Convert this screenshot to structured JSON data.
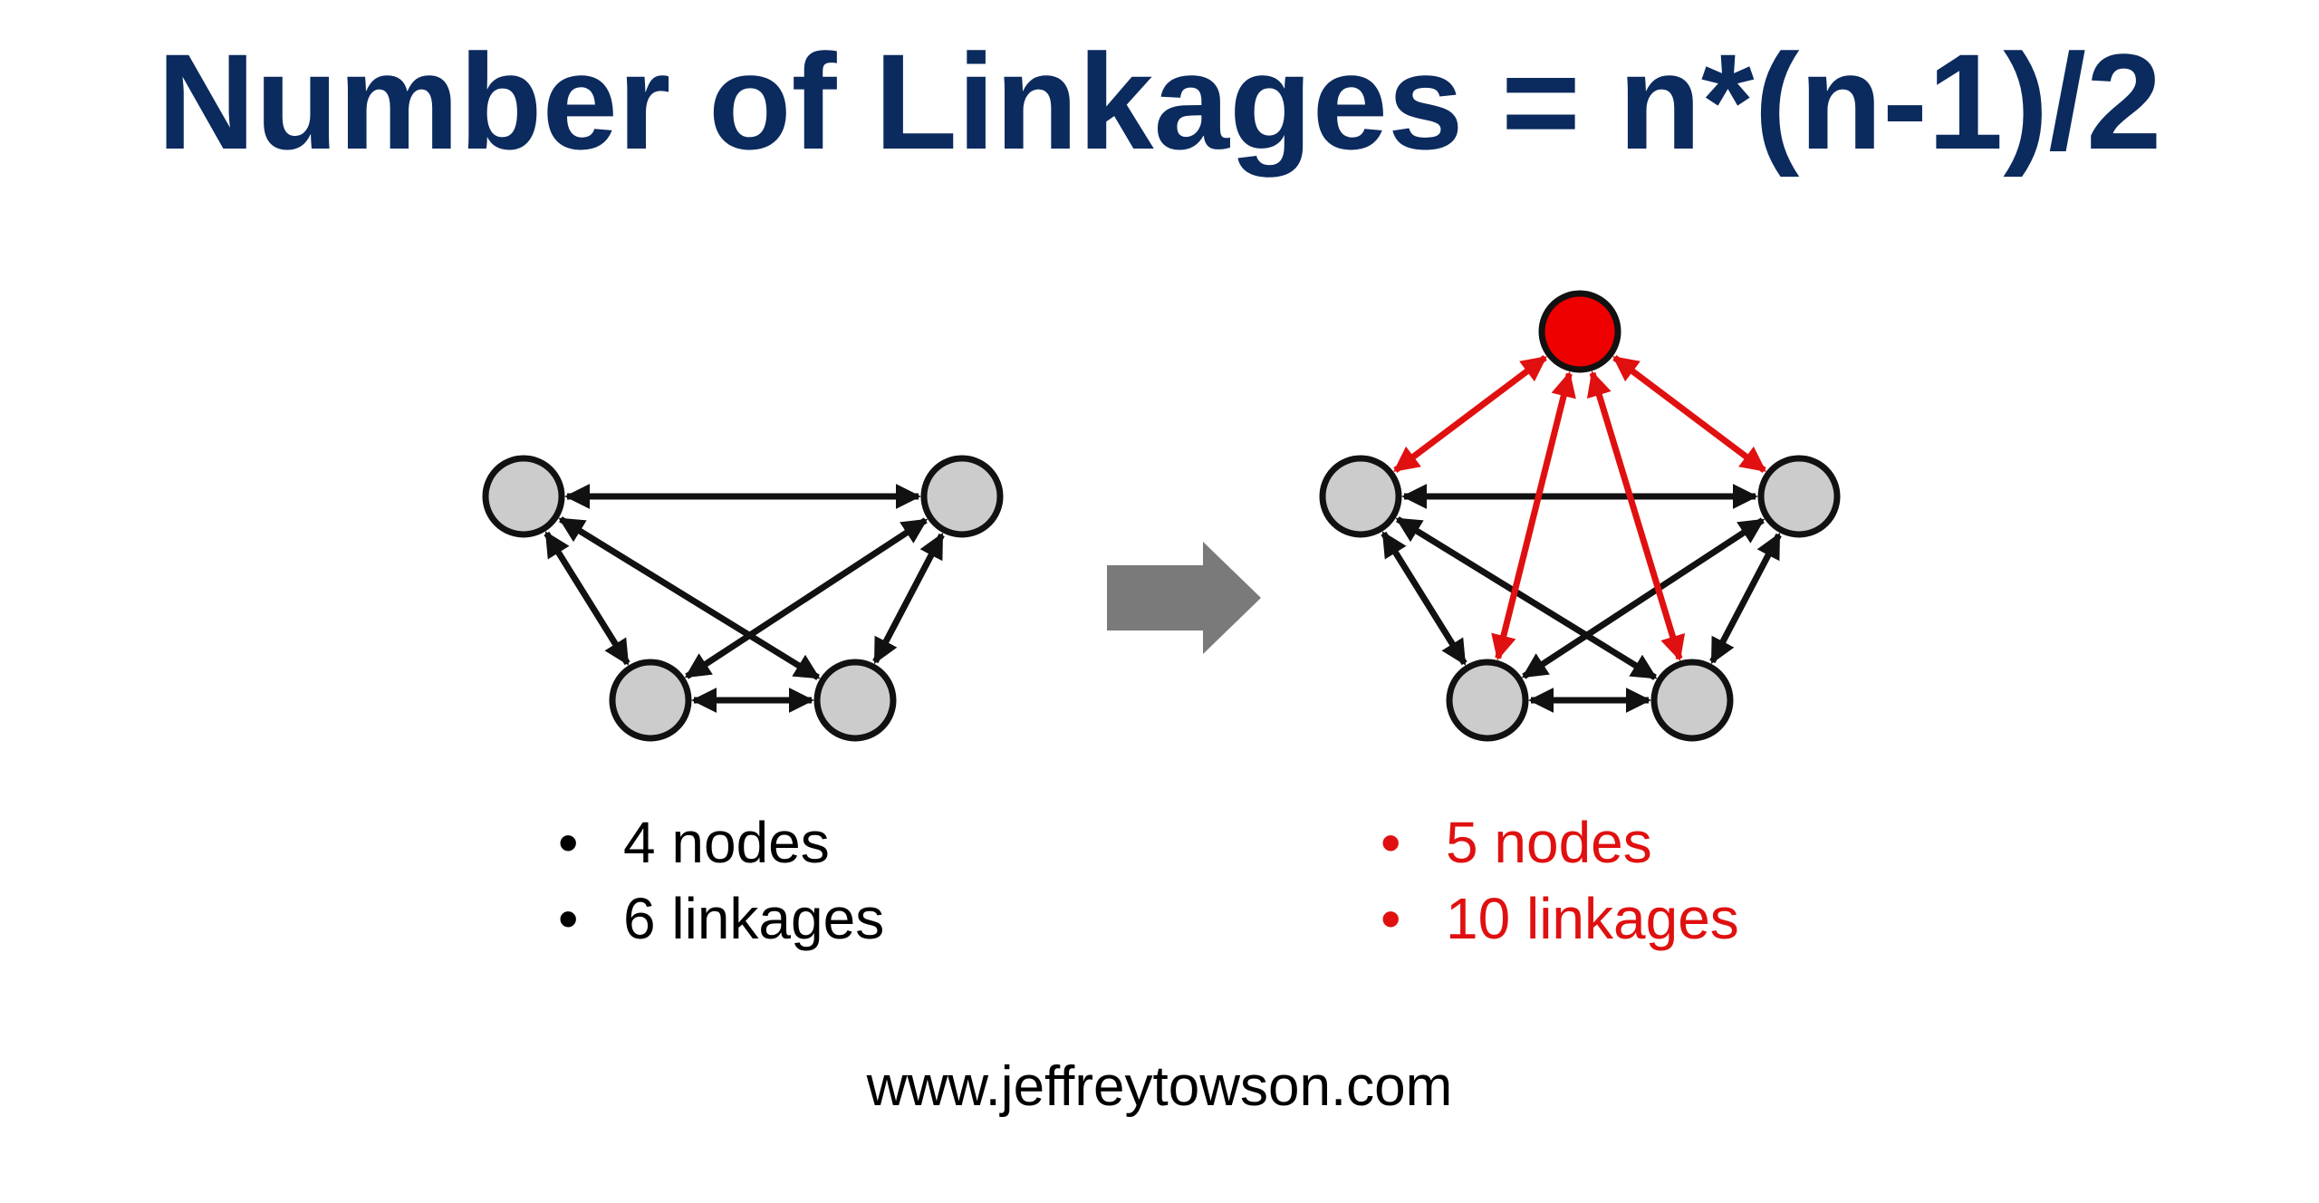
{
  "title": "Number of Linkages = n*(n-1)/2",
  "colors": {
    "title": "#0b2a5e",
    "node_fill": "#cccccc",
    "node_stroke": "#111111",
    "new_node_fill": "#ee0000",
    "new_link": "#e01010",
    "arrow_block": "#7a7a7a",
    "right_text": "#e01010"
  },
  "left_graph": {
    "nodes": [
      "a",
      "b",
      "c",
      "d"
    ],
    "links": [
      [
        "a",
        "b"
      ],
      [
        "a",
        "c"
      ],
      [
        "a",
        "d"
      ],
      [
        "b",
        "c"
      ],
      [
        "b",
        "d"
      ],
      [
        "c",
        "d"
      ]
    ]
  },
  "right_graph": {
    "nodes": [
      "a",
      "b",
      "c",
      "d",
      "e"
    ],
    "new_node": "e",
    "links": [
      [
        "a",
        "b"
      ],
      [
        "a",
        "c"
      ],
      [
        "a",
        "d"
      ],
      [
        "b",
        "c"
      ],
      [
        "b",
        "d"
      ],
      [
        "c",
        "d"
      ]
    ],
    "new_links": [
      [
        "e",
        "a"
      ],
      [
        "e",
        "b"
      ],
      [
        "e",
        "c"
      ],
      [
        "e",
        "d"
      ]
    ]
  },
  "transition_icon": "right-arrow-icon",
  "left_bullets": {
    "bullet": "•",
    "items": [
      "4 nodes",
      "6 linkages"
    ]
  },
  "right_bullets": {
    "bullet": "•",
    "items": [
      "5 nodes",
      "10 linkages"
    ]
  },
  "website": "www.jeffreytowson.com"
}
